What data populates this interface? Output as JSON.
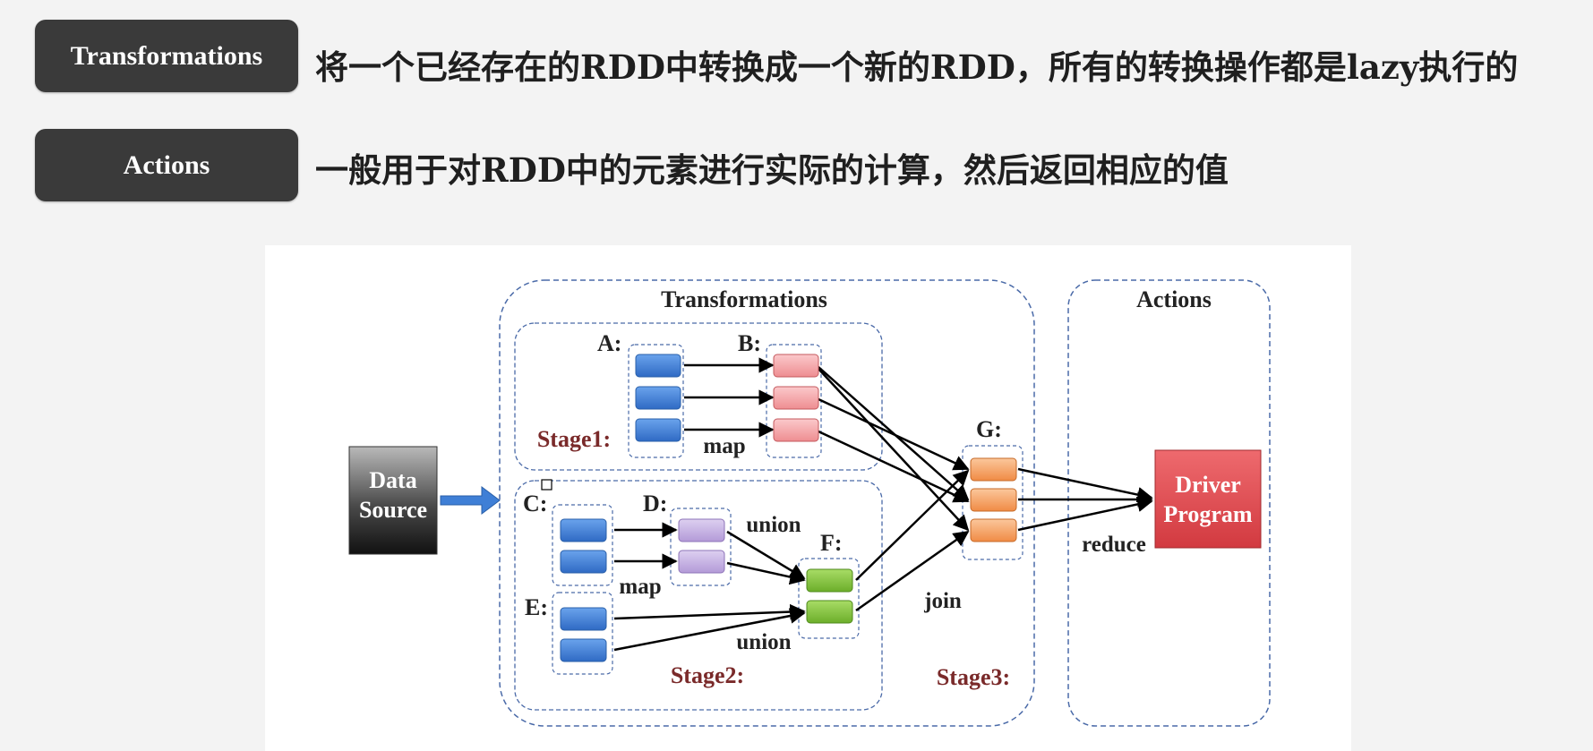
{
  "header": {
    "transformations_label": "Transformations",
    "transformations_desc": "将一个已经存在的RDD中转换成一个新的RDD，所有的转换操作都是lazy执行的",
    "actions_label": "Actions",
    "actions_desc": "一般用于对RDD中的元素进行实际的计算，然后返回相应的值"
  },
  "diagram": {
    "transformations_title": "Transformations",
    "actions_title": "Actions",
    "data_source_line1": "Data",
    "data_source_line2": "Source",
    "driver_line1": "Driver",
    "driver_line2": "Program",
    "rdd_a": "A:",
    "rdd_b": "B:",
    "rdd_c": "C:",
    "rdd_d": "D:",
    "rdd_e": "E:",
    "rdd_f": "F:",
    "rdd_g": "G:",
    "op_map_1": "map",
    "op_map_2": "map",
    "op_union_1": "union",
    "op_union_2": "union",
    "op_join": "join",
    "op_reduce": "reduce",
    "stage1": "Stage1:",
    "stage2": "Stage2:",
    "stage3": "Stage3:",
    "colors": {
      "blue": "#3f7fd6",
      "pink": "#f4a5a8",
      "purple": "#c7b3e3",
      "green": "#86c440",
      "orange": "#f6a86a",
      "driver": "#e0474c",
      "stage_text": "#7a2a2a",
      "dash": "#4a6aa8"
    }
  }
}
